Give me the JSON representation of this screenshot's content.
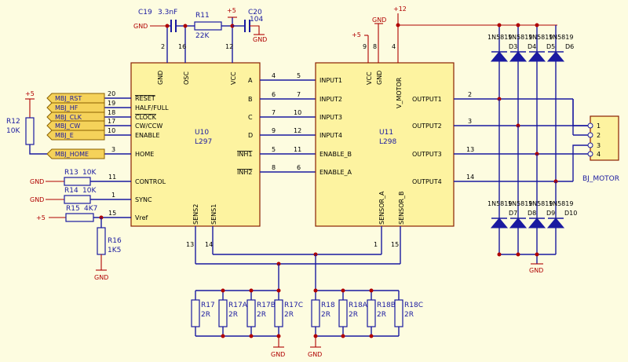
{
  "u10": {
    "ref": "U10",
    "part": "L297",
    "left_pins": [
      {
        "num": "20",
        "name": "RESET"
      },
      {
        "num": "19",
        "name": "HALF/FULL"
      },
      {
        "num": "18",
        "name": "CLOCK"
      },
      {
        "num": "17",
        "name": "CW/CCW"
      },
      {
        "num": "10",
        "name": "ENABLE"
      },
      {
        "num": "3",
        "name": "HOME"
      },
      {
        "num": "11",
        "name": "CONTROL"
      },
      {
        "num": "1",
        "name": "SYNC"
      },
      {
        "num": "15",
        "name": "Vref"
      }
    ],
    "right_pins": [
      {
        "num": "4",
        "name": "A"
      },
      {
        "num": "6",
        "name": "B"
      },
      {
        "num": "7",
        "name": "C"
      },
      {
        "num": "9",
        "name": "D"
      },
      {
        "num": "5",
        "name": "INH1"
      },
      {
        "num": "8",
        "name": "INH2"
      }
    ],
    "top_pins": [
      {
        "num": "2",
        "name": "GND"
      },
      {
        "num": "16",
        "name": "OSC"
      },
      {
        "num": "12",
        "name": "VCC"
      }
    ],
    "bottom_pins": [
      {
        "num": "13",
        "name": "SENS2"
      },
      {
        "num": "14",
        "name": "SENS1"
      }
    ]
  },
  "u11": {
    "ref": "U11",
    "part": "L298",
    "left_pins": [
      {
        "num": "5",
        "name": "INPUT1"
      },
      {
        "num": "7",
        "name": "INPUT2"
      },
      {
        "num": "10",
        "name": "INPUT3"
      },
      {
        "num": "12",
        "name": "INPUT4"
      },
      {
        "num": "11",
        "name": "ENABLE_B"
      },
      {
        "num": "6",
        "name": "ENABLE_A"
      }
    ],
    "right_pins": [
      {
        "num": "2",
        "name": "OUTPUT1"
      },
      {
        "num": "3",
        "name": "OUTPUT2"
      },
      {
        "num": "13",
        "name": "OUTPUT3"
      },
      {
        "num": "14",
        "name": "OUTPUT4"
      }
    ],
    "top_pins": [
      {
        "num": "9",
        "name": "VCC"
      },
      {
        "num": "8",
        "name": "GND"
      },
      {
        "num": "4",
        "name": "V_MOTOR"
      }
    ],
    "bottom_pins": [
      {
        "num": "1",
        "name": "SENSOR_A"
      },
      {
        "num": "15",
        "name": "SENSOR_B"
      }
    ]
  },
  "net_labels": [
    "MBJ_RST",
    "MBJ_HF",
    "MBJ_CLK",
    "MBJ_CW",
    "MBJ_E",
    "MBJ_HOME"
  ],
  "top_parts": {
    "c19": {
      "ref": "C19",
      "value": "3.3nF"
    },
    "r11": {
      "ref": "R11",
      "value": "22K"
    },
    "c20": {
      "ref": "C20",
      "value": "104"
    }
  },
  "left_resistors": {
    "r12": {
      "ref": "R12",
      "value": "10K"
    },
    "r13": {
      "ref": "R13",
      "value": "10K"
    },
    "r14": {
      "ref": "R14",
      "value": "10K"
    },
    "r15": {
      "ref": "R15",
      "value": "4K7"
    },
    "r16": {
      "ref": "R16",
      "value": "1K5"
    }
  },
  "sense_resistors": [
    {
      "ref": "R17",
      "value": "2R"
    },
    {
      "ref": "R17A",
      "value": "2R"
    },
    {
      "ref": "R17B",
      "value": "2R"
    },
    {
      "ref": "R17C",
      "value": "2R"
    },
    {
      "ref": "R18",
      "value": "2R"
    },
    {
      "ref": "R18A",
      "value": "2R"
    },
    {
      "ref": "R18B",
      "value": "2R"
    },
    {
      "ref": "R18C",
      "value": "2R"
    }
  ],
  "diodes_top": [
    {
      "part": "1N5819",
      "ref": "D3"
    },
    {
      "part": "1N5819",
      "ref": "D4"
    },
    {
      "part": "1N5819",
      "ref": "D5"
    },
    {
      "part": "1N5819",
      "ref": "D6"
    }
  ],
  "diodes_bottom": [
    {
      "part": "1N5819",
      "ref": "D7"
    },
    {
      "part": "1N5819",
      "ref": "D8"
    },
    {
      "part": "1N5819",
      "ref": "D9"
    },
    {
      "part": "1N5819",
      "ref": "D10"
    }
  ],
  "connector": {
    "ref": "BJ_MOTOR",
    "pins": [
      "1",
      "2",
      "3",
      "4"
    ]
  },
  "power": {
    "gnd": "GND",
    "plus5": "+5",
    "plus12": "+12"
  },
  "wire_numbers": {
    "a": "4",
    "b": "6",
    "c": "7",
    "d": "9",
    "inh1": "5",
    "inh2": "8",
    "in1": "5",
    "in2": "7",
    "in3": "10",
    "in4": "12",
    "enb": "11",
    "ena": "6",
    "out1": "2",
    "out2": "3",
    "out3": "13",
    "out4": "14"
  }
}
